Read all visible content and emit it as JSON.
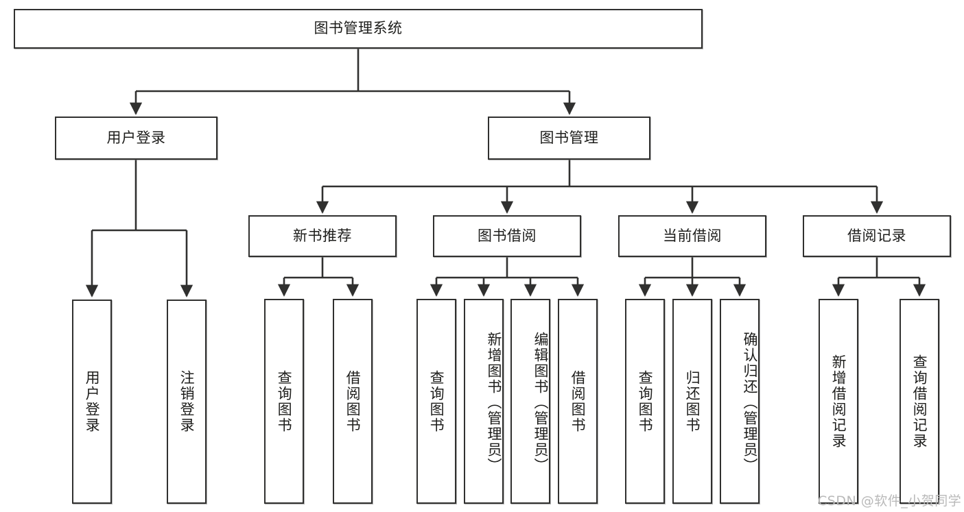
{
  "diagram": {
    "type": "tree-hierarchy-flowchart",
    "root": {
      "label": "图书管理系统"
    },
    "level2": [
      {
        "label": "用户登录"
      },
      {
        "label": "图书管理"
      }
    ],
    "level3": [
      {
        "label": "新书推荐"
      },
      {
        "label": "图书借阅"
      },
      {
        "label": "当前借阅"
      },
      {
        "label": "借阅记录"
      }
    ],
    "leaves": {
      "user_login": [
        {
          "label": "用户登录"
        },
        {
          "label": "注销登录"
        }
      ],
      "new_book_recommend": [
        {
          "label": "查询图书"
        },
        {
          "label": "借阅图书"
        }
      ],
      "book_borrow": [
        {
          "label": "查询图书"
        },
        {
          "label": "新增图书（管理员）"
        },
        {
          "label": "编辑图书（管理员）"
        },
        {
          "label": "借阅图书"
        }
      ],
      "current_borrow": [
        {
          "label": "查询图书"
        },
        {
          "label": "归还图书"
        },
        {
          "label": "确认归还（管理员）"
        }
      ],
      "borrow_record": [
        {
          "label": "新增借阅记录"
        },
        {
          "label": "查询借阅记录"
        }
      ]
    }
  },
  "watermark": {
    "text": "CSDN @软件_小贺同学"
  },
  "colors": {
    "stroke": "#30302f",
    "text": "#1d1d1b",
    "background": "#ffffff",
    "watermark": "#b9b9b9"
  }
}
